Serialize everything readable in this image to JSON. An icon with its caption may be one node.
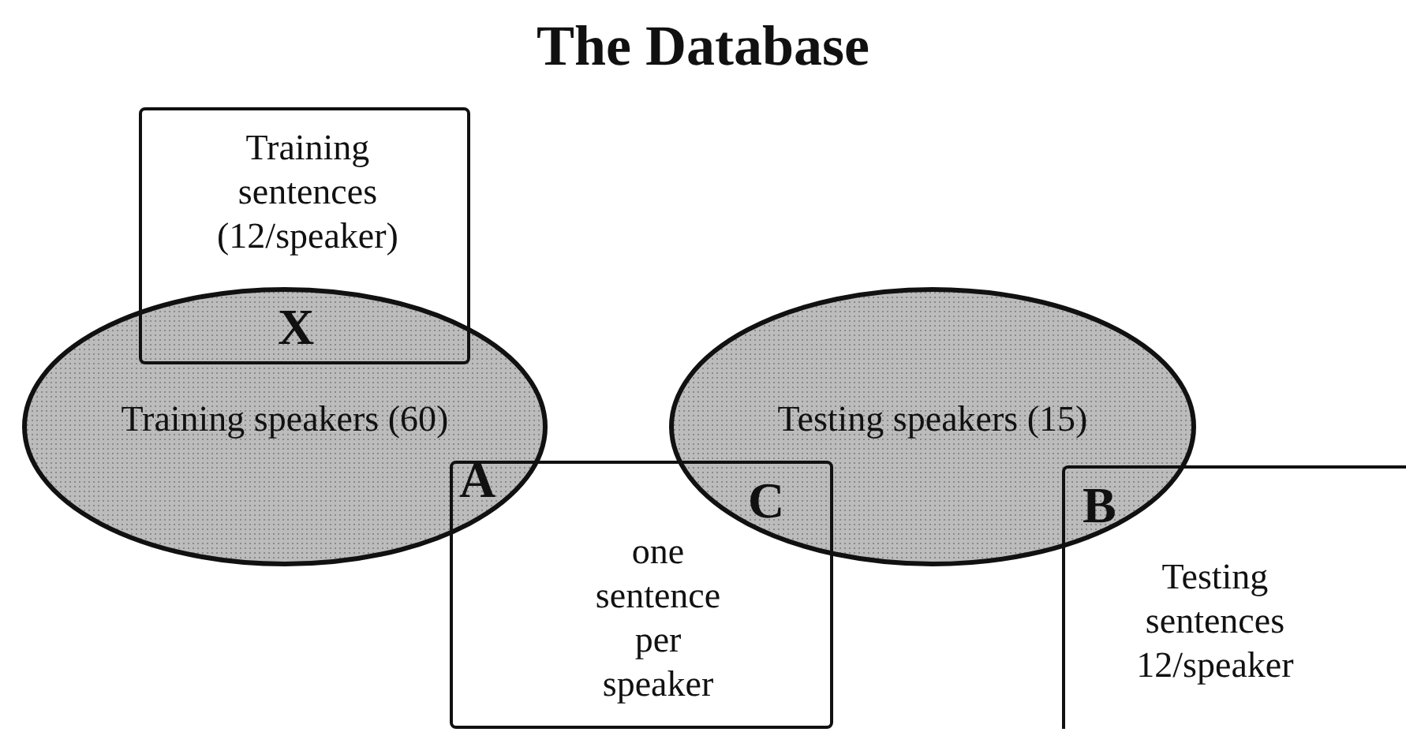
{
  "diagram": {
    "title": "The Database",
    "nodes": [
      {
        "text": [
          "Training sentences (12/speaker)"
        ]
      },
      {
        "text": [
          "Training speakers (60)"
        ]
      },
      {
        "text": [
          "Testing speakers (15)"
        ]
      },
      {
        "text": [
          "one sentence per speaker"
        ]
      },
      {
        "text": [
          "Testing sentences 12/speaker"
        ]
      }
    ],
    "labels": [
      "X",
      "A",
      "C",
      "B"
    ]
  }
}
